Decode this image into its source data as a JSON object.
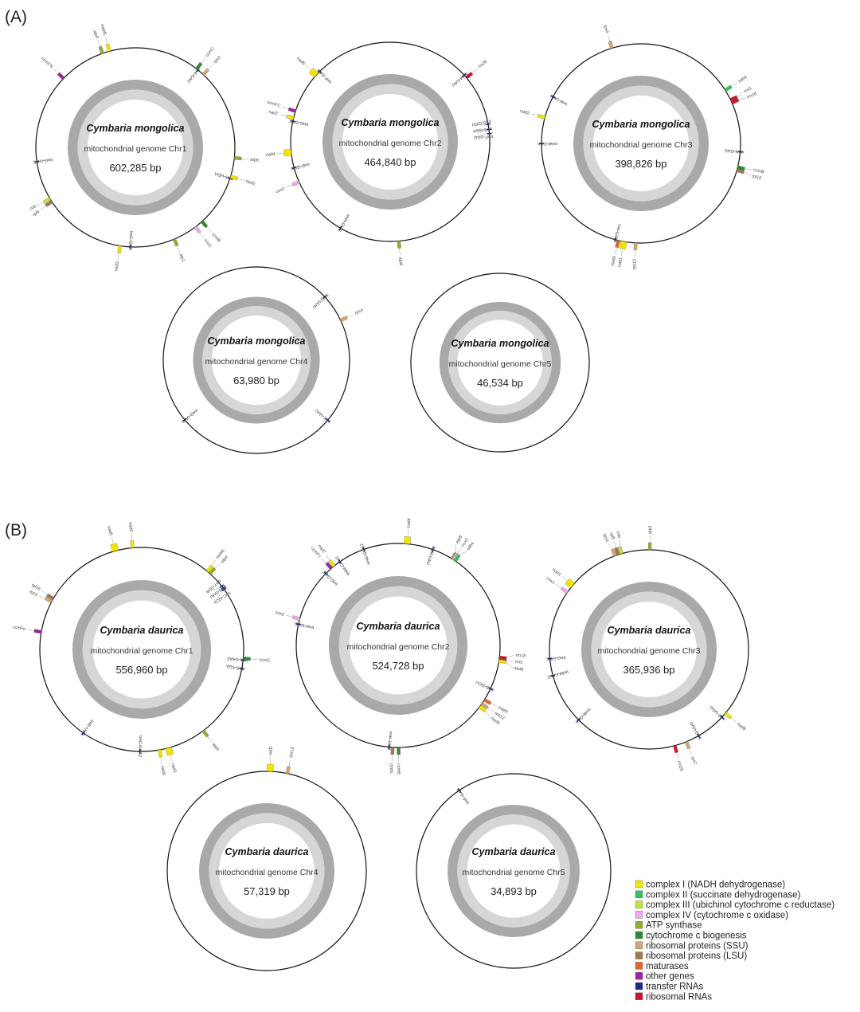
{
  "panels": [
    {
      "label": "(A)"
    },
    {
      "label": "(B)"
    }
  ],
  "maps": [
    {
      "species": "Cymbaria mongolica",
      "subtitle": "mitochondrial genome Chr1",
      "length_label": "602,285 bp",
      "length_bp": 602285,
      "genes": [
        {
          "name": "atp9",
          "pos": 570000
        },
        {
          "name": "nad4L",
          "pos": 577000
        },
        {
          "name": "ccmC",
          "pos": 63600
        },
        {
          "name": "trnI-CAU",
          "pos": 65000
        },
        {
          "name": "rps3",
          "pos": 72000
        },
        {
          "name": "ccmFN",
          "pos": 525000
        },
        {
          "name": "atp6",
          "pos": 160600
        },
        {
          "name": "nad2",
          "pos": 179000
        },
        {
          "name": "trnS-UGA",
          "pos": 180700
        },
        {
          "name": "trnG-GCC",
          "pos": 438000
        },
        {
          "name": "rpl5",
          "pos": 396500
        },
        {
          "name": "cob",
          "pos": 400000
        },
        {
          "name": "nad3",
          "pos": 316000
        },
        {
          "name": "trnC-GCA",
          "pos": 306000
        },
        {
          "name": "atp1",
          "pos": 262700
        },
        {
          "name": "cox1",
          "pos": 239000
        },
        {
          "name": "ccmB",
          "pos": 231000
        }
      ]
    },
    {
      "species": "Cymbaria mongolica",
      "subtitle": "mitochondrial genome Chr2",
      "length_label": "464,840 bp",
      "length_bp": 464840,
      "genes": [
        {
          "name": "rrn26",
          "pos": 64500
        },
        {
          "name": "trnM-CAU",
          "pos": 62000
        },
        {
          "name": "nad5",
          "pos": 403000
        },
        {
          "name": "trnF-GAA",
          "pos": 406700
        },
        {
          "name": "ccmFC",
          "pos": 371800
        },
        {
          "name": "nad7",
          "pos": 366600
        },
        {
          "name": "trnG-GCC",
          "pos": 364000
        },
        {
          "name": "nad4",
          "pos": 340800
        },
        {
          "name": "trnD-GUC",
          "pos": 329000
        },
        {
          "name": "cox2",
          "pos": 318000
        },
        {
          "name": "trnH-GUG",
          "pos": 271000
        },
        {
          "name": "atp8",
          "pos": 226000
        },
        {
          "name": "trnS-GCU",
          "pos": 103000
        },
        {
          "name": "trnS-GGA",
          "pos": 107000
        },
        {
          "name": "trnP-UGG",
          "pos": 110000
        }
      ]
    },
    {
      "species": "Cymbaria mongolica",
      "subtitle": "mitochondrial genome Chr3",
      "length_label": "398,826 bp",
      "length_bp": 398826,
      "genes": [
        {
          "name": "rps4",
          "pos": 380000
        },
        {
          "name": "sdh4",
          "pos": 64000
        },
        {
          "name": "rrn5",
          "pos": 71000
        },
        {
          "name": "rrn18",
          "pos": 73000
        },
        {
          "name": "trnK-UUU",
          "pos": 330000
        },
        {
          "name": "nad2",
          "pos": 315800
        },
        {
          "name": "trnW-CCA",
          "pos": 299000
        },
        {
          "name": "ccmB",
          "pos": 115000
        },
        {
          "name": "rpl10",
          "pos": 117000
        },
        {
          "name": "matR",
          "pos": 214000
        },
        {
          "name": "nad1",
          "pos": 210500
        },
        {
          "name": "trnI-CAU",
          "pos": 216000
        },
        {
          "name": "rps12",
          "pos": 202800
        },
        {
          "name": "trnN-GUU",
          "pos": 105000
        }
      ]
    },
    {
      "species": "Cymbaria mongolica",
      "subtitle": "mitochondrial genome Chr4",
      "length_label": "63,980 bp",
      "length_bp": 63980,
      "genes": [
        {
          "name": "rps4",
          "pos": 11500
        },
        {
          "name": "trnQ-UUG",
          "pos": 8400
        },
        {
          "name": "trnQ-UUG",
          "pos": 40900
        },
        {
          "name": "trnK-UUU",
          "pos": 23100
        }
      ]
    },
    {
      "species": "Cymbaria mongolica",
      "subtitle": "mitochondrial genome Chr5",
      "length_label": "46,534 bp",
      "length_bp": 46534,
      "genes": []
    },
    {
      "species": "Cymbaria daurica",
      "subtitle": "mitochondrial genome Chr1",
      "length_label": "556,960 bp",
      "length_bp": 556960,
      "genes": [
        {
          "name": "rps3",
          "pos": 461000
        },
        {
          "name": "rpl16",
          "pos": 464000
        },
        {
          "name": "ccmFn",
          "pos": 433000
        },
        {
          "name": "nad4L",
          "pos": 62000
        },
        {
          "name": "atp4",
          "pos": 65000
        },
        {
          "name": "trnY-GUA",
          "pos": 80000
        },
        {
          "name": "trnN-GUU",
          "pos": 82000
        },
        {
          "name": "trnC-GCA",
          "pos": 83500
        },
        {
          "name": "ccmC",
          "pos": 147000
        },
        {
          "name": "trnL-CAA3",
          "pos": 148500
        },
        {
          "name": "trnS-TGA",
          "pos": 156000
        },
        {
          "name": "atp9",
          "pos": 221000
        },
        {
          "name": "nad1",
          "pos": 255000
        },
        {
          "name": "nad6",
          "pos": 263000
        },
        {
          "name": "trnC-GCA2",
          "pos": 280000
        },
        {
          "name": "trnE-UUC",
          "pos": 332600
        },
        {
          "name": "nad5",
          "pos": 533700
        },
        {
          "name": "nad2",
          "pos": 549000
        }
      ]
    },
    {
      "species": "Cymbaria daurica",
      "subtitle": "mitochondrial genome Chr2",
      "length_label": "524,728 bp",
      "length_bp": 524728,
      "genes": [
        {
          "name": "ccmFc",
          "pos": 465000
        },
        {
          "name": "nad7",
          "pos": 468000
        },
        {
          "name": "trnD-GUC",
          "pos": 459000
        },
        {
          "name": "trnM-CAU3",
          "pos": 474000
        },
        {
          "name": "trnG-GUG2",
          "pos": 496000
        },
        {
          "name": "nad4",
          "pos": 7300
        },
        {
          "name": "atp8",
          "pos": 46600
        },
        {
          "name": "cox3",
          "pos": 48000
        },
        {
          "name": "sdh4",
          "pos": 49600
        },
        {
          "name": "trnM-CAU",
          "pos": 29000
        },
        {
          "name": "cox2",
          "pos": 415500
        },
        {
          "name": "trnH-GUG",
          "pos": 411000
        },
        {
          "name": "rrn18",
          "pos": 141000
        },
        {
          "name": "rrn5",
          "pos": 143000
        },
        {
          "name": "nad6",
          "pos": 144000
        },
        {
          "name": "trnS-GCU",
          "pos": 167700
        },
        {
          "name": "rps12",
          "pos": 182000
        },
        {
          "name": "nad3",
          "pos": 185000
        },
        {
          "name": "matR",
          "pos": 178000
        },
        {
          "name": "ccmB",
          "pos": 262000
        },
        {
          "name": "rpl10",
          "pos": 266800
        },
        {
          "name": "trnK-UUU",
          "pos": 269700
        }
      ]
    },
    {
      "species": "Cymbaria daurica",
      "subtitle": "mitochondrial genome Chr3",
      "length_label": "365,936 bp",
      "length_bp": 365936,
      "genes": [
        {
          "name": "atp1",
          "pos": 500
        },
        {
          "name": "rps4",
          "pos": 345600
        },
        {
          "name": "rpl5",
          "pos": 347600
        },
        {
          "name": "cob",
          "pos": 349700
        },
        {
          "name": "cox1",
          "pos": 310000
        },
        {
          "name": "nad1",
          "pos": 315000
        },
        {
          "name": "trnG-GCC",
          "pos": 269000
        },
        {
          "name": "trnM-CAU2",
          "pos": 259000
        },
        {
          "name": "trnW-CCA",
          "pos": 228700
        },
        {
          "name": "nad9",
          "pos": 132000
        },
        {
          "name": "trnP-UGG",
          "pos": 135000
        },
        {
          "name": "rrn26",
          "pos": 167700
        },
        {
          "name": "rps7",
          "pos": 160600
        },
        {
          "name": "trnQ-UUG",
          "pos": 152500
        }
      ]
    },
    {
      "species": "Cymbaria daurica",
      "subtitle": "mitochondrial genome Chr4",
      "length_label": "57,319 bp",
      "length_bp": 57319,
      "genes": [
        {
          "name": "nad1",
          "pos": 300
        },
        {
          "name": "rps13",
          "pos": 1900
        }
      ]
    },
    {
      "species": "Cymbaria daurica",
      "subtitle": "mitochondrial genome Chr5",
      "length_label": "34,893 bp",
      "length_bp": 34893,
      "genes": [
        {
          "name": "trnF-GAA",
          "pos": 31600
        }
      ]
    }
  ],
  "legend": [
    {
      "label": "complex I (NADH dehydrogenase)",
      "color": "#f2e600",
      "key": "I"
    },
    {
      "label": "complex II (succinate dehydrogenase)",
      "color": "#33c257",
      "key": "II"
    },
    {
      "label": "complex III (ubichinol cytochrome c reductase)",
      "color": "#c6e03a",
      "key": "III"
    },
    {
      "label": "complex IV (cytochrome c oxidase)",
      "color": "#f2a8ea",
      "key": "IV"
    },
    {
      "label": "ATP synthase",
      "color": "#8fb02c",
      "key": "ATP"
    },
    {
      "label": "cytochrome c biogenesis",
      "color": "#2f8a30",
      "key": "ccm"
    },
    {
      "label": "ribosomal proteins (SSU)",
      "color": "#d6a56f",
      "key": "SSU"
    },
    {
      "label": "ribosomal proteins (LSU)",
      "color": "#a07a4e",
      "key": "LSU"
    },
    {
      "label": "maturases",
      "color": "#e0682a",
      "key": "mat"
    },
    {
      "label": "other genes",
      "color": "#a022a0",
      "key": "other"
    },
    {
      "label": "transfer RNAs",
      "color": "#1b2a80",
      "key": "trna"
    },
    {
      "label": "ribosomal RNAs",
      "color": "#d01428",
      "key": "rrna"
    }
  ]
}
